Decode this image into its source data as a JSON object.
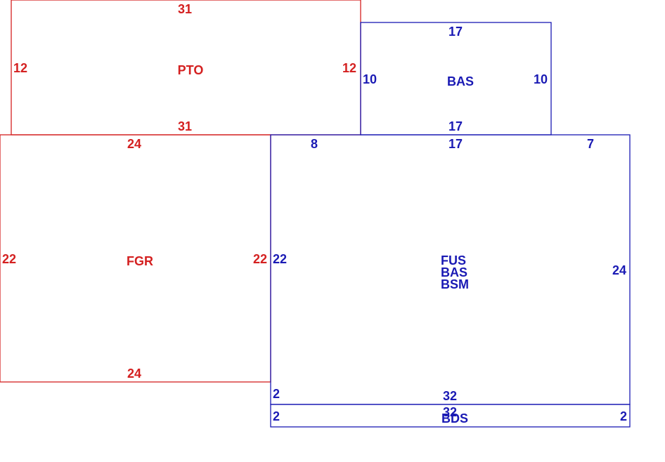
{
  "colors": {
    "red": "#d42020",
    "blue": "#1a1ab4"
  },
  "areas": {
    "pto": {
      "name": "PTO",
      "top": "31",
      "bottom": "31",
      "left": "12",
      "right": "12"
    },
    "bas_top": {
      "name": "BAS",
      "top": "17",
      "bottom": "17",
      "left": "10",
      "right": "10"
    },
    "fgr": {
      "name": "FGR",
      "top": "24",
      "bottom": "24",
      "left": "22",
      "right": "22"
    },
    "main": {
      "name1": "FUS",
      "name2": "BAS",
      "name3": "BSM",
      "top_left": "8",
      "top_mid": "17",
      "top_right": "7",
      "left": "22",
      "right": "24",
      "bottom": "32",
      "bottom_left": "2"
    },
    "strip": {
      "name": "BDS",
      "top": "32",
      "left": "2",
      "right": "2"
    }
  }
}
